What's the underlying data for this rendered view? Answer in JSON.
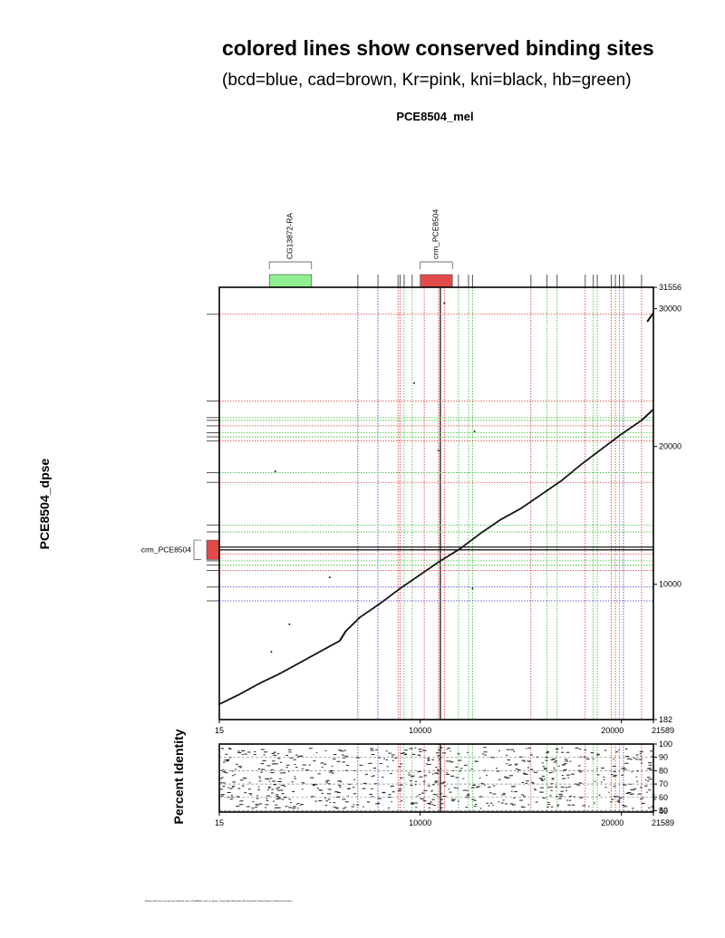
{
  "page": {
    "title": "colored lines show conserved binding sites",
    "subtitle": "(bcd=blue, cad=brown, Kr=pink, kni=black, hb=green)",
    "footer": "Made with the conserved dotplot tool; PCE8504 mel vs dpse; Copyright Berkeley Drosophila Transcription Network Project"
  },
  "chart_data": {
    "type": "scatter",
    "title": "PCE8504_mel",
    "xlabel": "PCE8504_mel",
    "ylabel": "PCE8504_dpse",
    "xlim": [
      15,
      21589
    ],
    "ylim": [
      182,
      31556
    ],
    "x_ticks": [
      15,
      10000,
      20000,
      21589
    ],
    "y_ticks": [
      182,
      10000,
      20000,
      30000,
      31556
    ],
    "colors": {
      "bcd": "#3333cc",
      "cad": "#8b4513",
      "Kr": "#dd3333",
      "kni": "#000000",
      "hb": "#33bb33",
      "gene": "#90ee90",
      "crm": "#e34a4a"
    },
    "legend": [
      {
        "factor": "bcd",
        "color": "blue"
      },
      {
        "factor": "cad",
        "color": "brown"
      },
      {
        "factor": "Kr",
        "color": "pink"
      },
      {
        "factor": "kni",
        "color": "black"
      },
      {
        "factor": "hb",
        "color": "green"
      }
    ],
    "x_features": [
      {
        "label": "CG13872-RA",
        "start": 2500,
        "end": 4600,
        "kind": "gene"
      },
      {
        "label": "crm_PCE8504",
        "start": 10000,
        "end": 11600,
        "kind": "crm"
      }
    ],
    "y_features": [
      {
        "label": "crm_PCE8504",
        "start": 11800,
        "end": 13200,
        "kind": "crm"
      }
    ],
    "x_sites": [
      {
        "x": 6900,
        "factor": "bcd"
      },
      {
        "x": 7900,
        "factor": "bcd"
      },
      {
        "x": 8900,
        "factor": "Kr"
      },
      {
        "x": 9000,
        "factor": "Kr"
      },
      {
        "x": 9200,
        "factor": "hb"
      },
      {
        "x": 9600,
        "factor": "hb"
      },
      {
        "x": 10200,
        "factor": "Kr"
      },
      {
        "x": 10900,
        "factor": "Kr"
      },
      {
        "x": 11000,
        "factor": "kni"
      },
      {
        "x": 11200,
        "factor": "Kr"
      },
      {
        "x": 11900,
        "factor": "hb"
      },
      {
        "x": 12400,
        "factor": "hb"
      },
      {
        "x": 12600,
        "factor": "hb"
      },
      {
        "x": 15500,
        "factor": "Kr"
      },
      {
        "x": 16300,
        "factor": "hb"
      },
      {
        "x": 16800,
        "factor": "hb"
      },
      {
        "x": 18200,
        "factor": "Kr"
      },
      {
        "x": 18600,
        "factor": "hb"
      },
      {
        "x": 18800,
        "factor": "hb"
      },
      {
        "x": 19500,
        "factor": "Kr"
      },
      {
        "x": 19700,
        "factor": "Kr"
      },
      {
        "x": 19900,
        "factor": "hb"
      },
      {
        "x": 20100,
        "factor": "bcd"
      },
      {
        "x": 21000,
        "factor": "Kr"
      }
    ],
    "y_sites": [
      {
        "y": 29600,
        "factor": "Kr"
      },
      {
        "y": 23300,
        "factor": "Kr"
      },
      {
        "y": 22100,
        "factor": "hb"
      },
      {
        "y": 21900,
        "factor": "hb"
      },
      {
        "y": 21500,
        "factor": "Kr"
      },
      {
        "y": 21000,
        "factor": "hb"
      },
      {
        "y": 20700,
        "factor": "hb"
      },
      {
        "y": 20400,
        "factor": "Kr"
      },
      {
        "y": 18100,
        "factor": "hb"
      },
      {
        "y": 17400,
        "factor": "Kr"
      },
      {
        "y": 14300,
        "factor": "hb"
      },
      {
        "y": 13800,
        "factor": "hb"
      },
      {
        "y": 12700,
        "factor": "kni"
      },
      {
        "y": 12500,
        "factor": "kni"
      },
      {
        "y": 12200,
        "factor": "Kr"
      },
      {
        "y": 11700,
        "factor": "hb"
      },
      {
        "y": 11400,
        "factor": "hb"
      },
      {
        "y": 11000,
        "factor": "Kr"
      },
      {
        "y": 9800,
        "factor": "bcd"
      },
      {
        "y": 8800,
        "factor": "bcd"
      }
    ],
    "alignment": [
      {
        "x": 15,
        "y": 1300
      },
      {
        "x": 1000,
        "y": 2000
      },
      {
        "x": 2000,
        "y": 2800
      },
      {
        "x": 3000,
        "y": 3500
      },
      {
        "x": 4000,
        "y": 4300
      },
      {
        "x": 5000,
        "y": 5100
      },
      {
        "x": 6000,
        "y": 5900
      },
      {
        "x": 6300,
        "y": 6600
      },
      {
        "x": 7000,
        "y": 7600
      },
      {
        "x": 8000,
        "y": 8600
      },
      {
        "x": 9000,
        "y": 9700
      },
      {
        "x": 10000,
        "y": 10700
      },
      {
        "x": 11000,
        "y": 11700
      },
      {
        "x": 12000,
        "y": 12600
      },
      {
        "x": 13000,
        "y": 13700
      },
      {
        "x": 14000,
        "y": 14700
      },
      {
        "x": 15000,
        "y": 15500
      },
      {
        "x": 16000,
        "y": 16500
      },
      {
        "x": 17000,
        "y": 17500
      },
      {
        "x": 18000,
        "y": 18700
      },
      {
        "x": 19000,
        "y": 19800
      },
      {
        "x": 20000,
        "y": 20900
      },
      {
        "x": 21000,
        "y": 21900
      },
      {
        "x": 21589,
        "y": 22700
      }
    ],
    "alignment_tail": [
      {
        "x": 21300,
        "y": 29100
      },
      {
        "x": 21589,
        "y": 29700
      }
    ],
    "outliers": [
      {
        "x": 2800,
        "y": 18200
      },
      {
        "x": 9700,
        "y": 24600
      },
      {
        "x": 12700,
        "y": 21100
      },
      {
        "x": 3500,
        "y": 7100
      },
      {
        "x": 2600,
        "y": 5100
      },
      {
        "x": 5500,
        "y": 10500
      },
      {
        "x": 10900,
        "y": 19700
      },
      {
        "x": 11200,
        "y": 30400
      },
      {
        "x": 12600,
        "y": 9700
      }
    ],
    "identity": {
      "ylabel": "Percent Identity",
      "ylim": [
        49,
        100
      ],
      "y_ticks": [
        100,
        90,
        80,
        70,
        60,
        50
      ],
      "extra_tick": "49",
      "gridlines": [
        90,
        80,
        70,
        60,
        50
      ]
    }
  }
}
